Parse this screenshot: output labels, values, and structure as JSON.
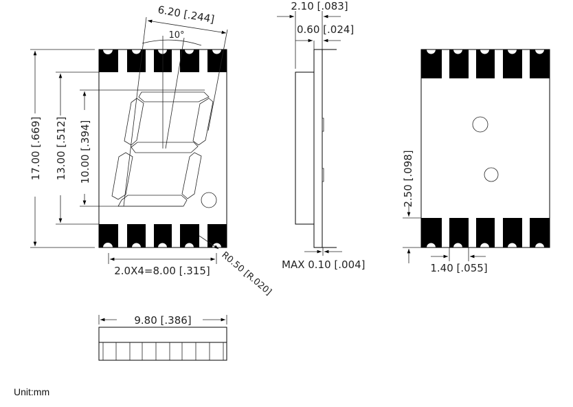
{
  "front_view": {
    "dim_height_total": "17.00 [.669]",
    "dim_body_height": "13.00 [.512]",
    "dim_digit_height": "10.00 [.394]",
    "dim_digit_width": "6.20 [.244]",
    "dim_slant_angle": "10°",
    "dim_pitch": "2.0X4=8.00 [.315]",
    "dim_radius": "R0.50 [R.020]"
  },
  "side_view": {
    "dim_total_thickness": "2.10 [.083]",
    "dim_pcb_thickness": "0.60 [.024]",
    "dim_max_gap": "MAX 0.10 [.004]"
  },
  "back_view": {
    "dim_pad_length": "2.50 [.098]",
    "dim_pad_width": "1.40 [.055]"
  },
  "bottom_view": {
    "dim_width": "9.80 [.386]"
  },
  "footer": {
    "unit_label": "Unit:mm"
  }
}
